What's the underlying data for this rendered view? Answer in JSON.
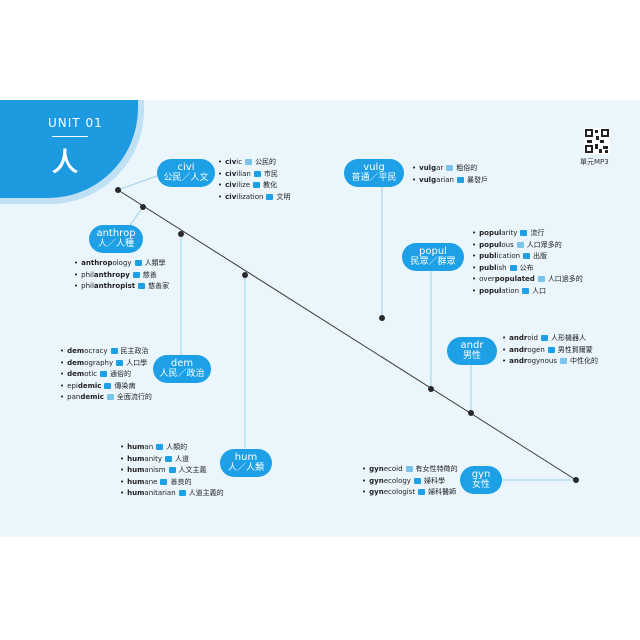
{
  "unit": {
    "label": "UNIT 01",
    "title": "人"
  },
  "qr": {
    "label": "單元MP3"
  },
  "roots": [
    {
      "id": "civi",
      "root": "civi",
      "meaning": "公民／人文",
      "words": [
        [
          "civ",
          "ic",
          "公民的"
        ],
        [
          "civ",
          "ilian",
          "市民"
        ],
        [
          "civ",
          "ilize",
          "教化"
        ],
        [
          "civ",
          "ilization",
          "文明"
        ]
      ]
    },
    {
      "id": "vulg",
      "root": "vulg",
      "meaning": "普通／平民",
      "words": [
        [
          "vulg",
          "ar",
          "粗俗的"
        ],
        [
          "vulg",
          "arian",
          "暴發戶"
        ]
      ]
    },
    {
      "id": "anthrop",
      "root": "anthrop",
      "meaning": "人／人種",
      "words": [
        [
          "anthrop",
          "ology",
          "人類學"
        ],
        [
          "phil",
          "anthropy",
          "慈善"
        ],
        [
          "phil",
          "anthropist",
          "慈善家"
        ]
      ]
    },
    {
      "id": "popul",
      "root": "popul",
      "meaning": "民眾／群眾",
      "words": [
        [
          "popul",
          "arity",
          "流行"
        ],
        [
          "popul",
          "ous",
          "人口眾多的"
        ],
        [
          "publ",
          "ication",
          "出版"
        ],
        [
          "publ",
          "ish",
          "公布"
        ],
        [
          "over",
          "populated",
          "人口過多的"
        ],
        [
          "popul",
          "ation",
          "人口"
        ]
      ]
    },
    {
      "id": "dem",
      "root": "dem",
      "meaning": "人民／政治",
      "words": [
        [
          "dem",
          "ocracy",
          "民主政治"
        ],
        [
          "dem",
          "ography",
          "人口學"
        ],
        [
          "dem",
          "otic",
          "通俗的"
        ],
        [
          "epi",
          "demic",
          "傳染病"
        ],
        [
          "pan",
          "demic",
          "全面流行的"
        ]
      ]
    },
    {
      "id": "andr",
      "root": "andr",
      "meaning": "男性",
      "words": [
        [
          "andr",
          "oid",
          "人形機器人"
        ],
        [
          "andr",
          "ogen",
          "男性賀爾蒙"
        ],
        [
          "andr",
          "ogynous",
          "中性化的"
        ]
      ]
    },
    {
      "id": "hum",
      "root": "hum",
      "meaning": "人／人類",
      "words": [
        [
          "hum",
          "an",
          "人類的"
        ],
        [
          "hum",
          "anity",
          "人道"
        ],
        [
          "hum",
          "anism",
          "人文主義"
        ],
        [
          "hum",
          "ane",
          "善良的"
        ],
        [
          "hum",
          "anitarian",
          "人道主義的"
        ]
      ]
    },
    {
      "id": "gyn",
      "root": "gyn",
      "meaning": "女性",
      "words": [
        [
          "gyn",
          "ecoid",
          "有女性特徵的"
        ],
        [
          "gyn",
          "ecology",
          "婦科學"
        ],
        [
          "gyn",
          "ecologist",
          "婦科醫師"
        ]
      ]
    }
  ]
}
